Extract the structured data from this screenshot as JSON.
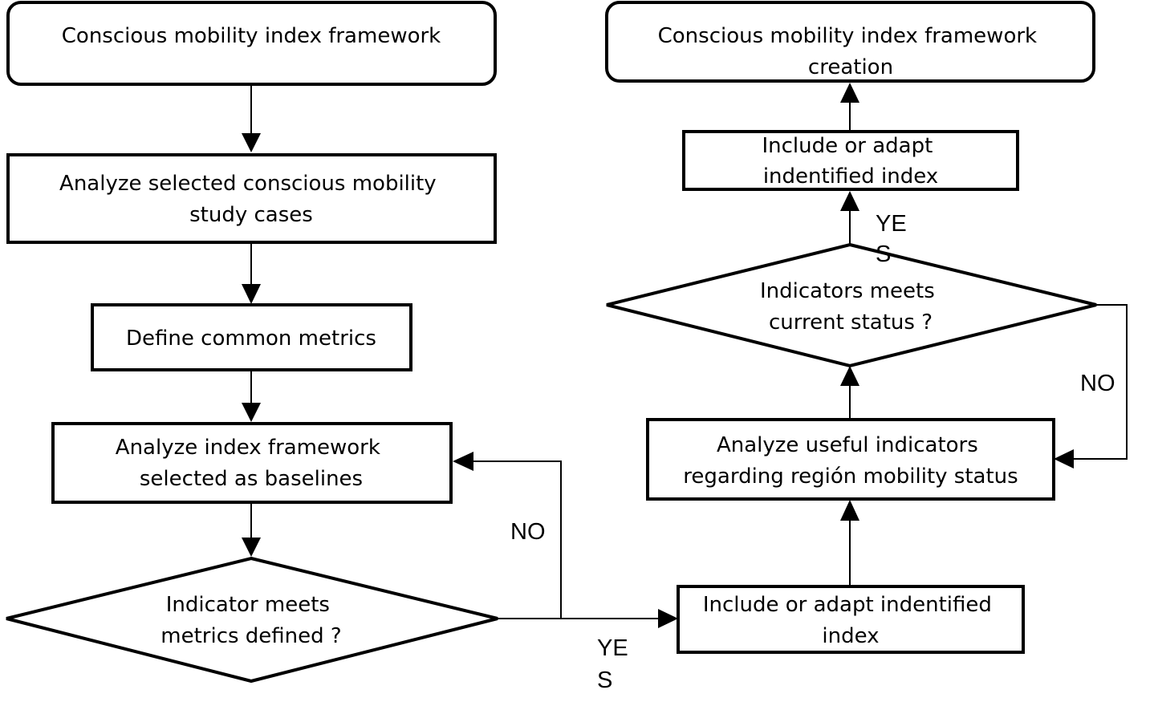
{
  "nodes": {
    "framework_start": [
      "Conscious mobility index framework"
    ],
    "analyze_cases": [
      "Analyze selected conscious mobility",
      "study cases"
    ],
    "define_metrics": [
      "Define common metrics"
    ],
    "analyze_baselines": [
      "Analyze index framework",
      "selected as baselines"
    ],
    "decision_metrics": [
      "Indicator meets",
      "metrics defined ?"
    ],
    "include_adapt_1": [
      "Include or adapt indentified",
      "index"
    ],
    "analyze_useful": [
      "Analyze useful indicators",
      "regarding región mobility status"
    ],
    "decision_status": [
      "Indicators meets",
      "current status ?"
    ],
    "include_adapt_2": [
      "Include or adapt",
      "indentified index"
    ],
    "framework_creation": [
      "Conscious mobility index framework",
      "creation"
    ]
  },
  "labels": {
    "no_left": [
      "NO"
    ],
    "yes_left": [
      "YE",
      "S"
    ],
    "no_right": [
      "NO"
    ],
    "yes_right": [
      "YE",
      "S"
    ]
  }
}
